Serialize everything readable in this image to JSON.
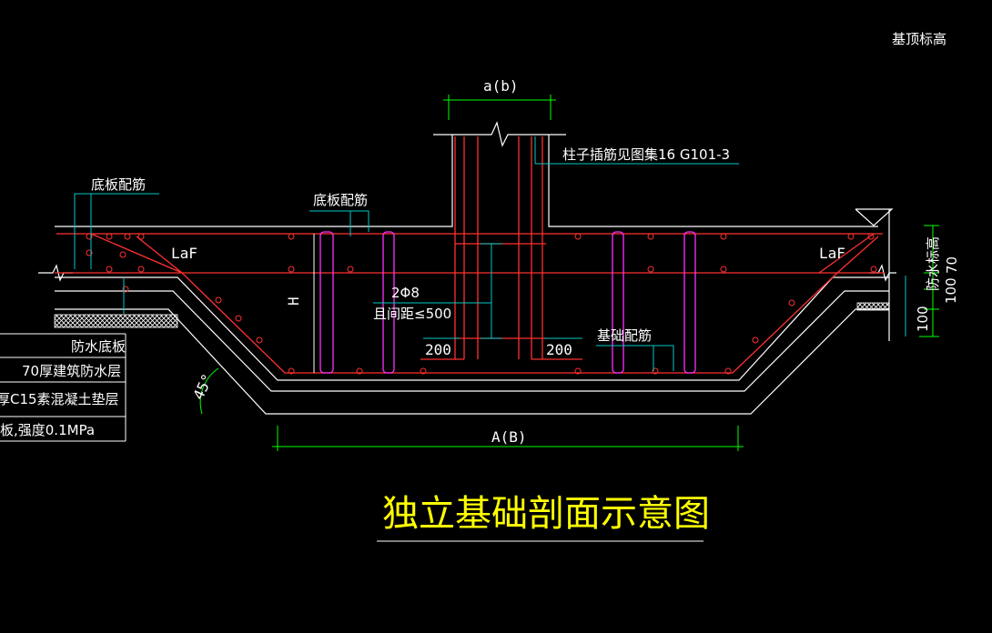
{
  "colors": {
    "background": "#000000",
    "outline": "#ffffff",
    "rebar": "#ff3030",
    "stirrup": "#ff30ff",
    "leader": "#00c8c8",
    "dimension": "#00ff00",
    "title": "#ffff00"
  },
  "labels": {
    "top_right_elev": "基顶标高",
    "col_dim": "a(b)",
    "column_note": "柱子插筋见图集16 G101-3",
    "bottom_bar_left": "底板配筋",
    "bottom_bar_mid": "底板配筋",
    "laf_left": "LaF",
    "laf_right": "LaF",
    "h_label": "H",
    "stirrup_note_1": "2Φ8",
    "stirrup_note_2": "且间距≤500",
    "dim_200_left": "200",
    "dim_200_right": "200",
    "foundation_bar": "基础配筋",
    "angle": "45°",
    "base_dim": "A(B)",
    "waterproof_elev": "防水标高",
    "dim_70": "70",
    "dim_100_a": "100",
    "dim_100_b": "100",
    "title": "独立基础剖面示意图"
  },
  "legend_rows": [
    "防水底板",
    "70厚建筑防水层",
    "厚C15素混凝土垫层",
    "板,强度0.1MPa"
  ]
}
